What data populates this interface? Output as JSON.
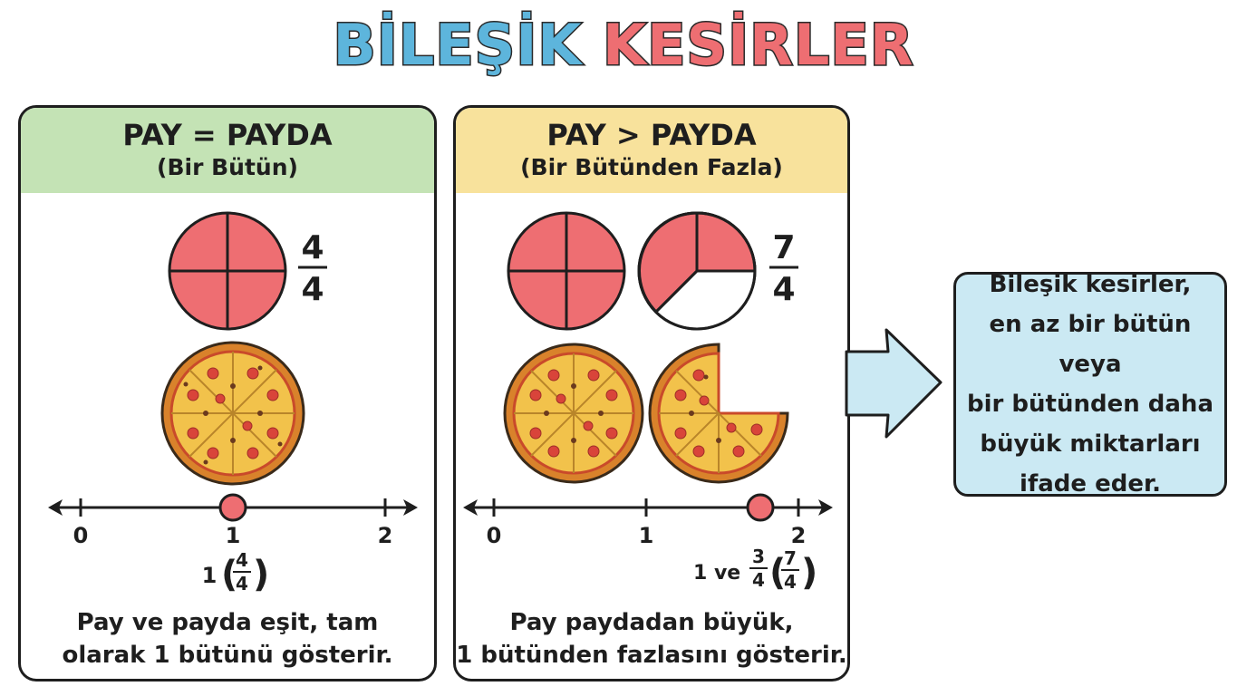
{
  "title": {
    "part1": "BİLEŞİK",
    "part2": "KESİRLER"
  },
  "colors": {
    "title_blue": "#5db5dc",
    "title_red": "#ee6e72",
    "fill_red": "#ee6e72",
    "head_green": "#c4e3b5",
    "head_yellow": "#f8e29c",
    "callout_blue": "#cbe9f3"
  },
  "panel_left": {
    "heading": "PAY = PAYDA",
    "subheading": "(Bir Bütün)",
    "fraction": {
      "numerator": "4",
      "denominator": "4"
    },
    "number_line": {
      "ticks": [
        "0",
        "1",
        "2"
      ],
      "marker_value": 1
    },
    "marker_label": {
      "whole": "1",
      "numerator": "4",
      "denominator": "4"
    },
    "caption_line1": "Pay ve payda eşit, tam",
    "caption_line2": "olarak 1 bütünü gösterir."
  },
  "panel_right": {
    "heading": "PAY > PAYDA",
    "subheading": "(Bir Bütünden Fazla)",
    "fraction": {
      "numerator": "7",
      "denominator": "4"
    },
    "number_line": {
      "ticks": [
        "0",
        "1",
        "2"
      ],
      "marker_value": 1.75
    },
    "marker_label": {
      "prefix": "1 ve",
      "numerator": "3",
      "denominator": "4",
      "paren_numerator": "7",
      "paren_denominator": "4"
    },
    "caption_line1": "Pay paydadan büyük,",
    "caption_line2": "1 bütünden fazlasını gösterir."
  },
  "callout": {
    "line1": "Bileşik kesirler,",
    "line2": "en az bir bütün veya",
    "line3": "bir bütünden daha",
    "line4": "büyük miktarları",
    "line5": "ifade eder."
  }
}
